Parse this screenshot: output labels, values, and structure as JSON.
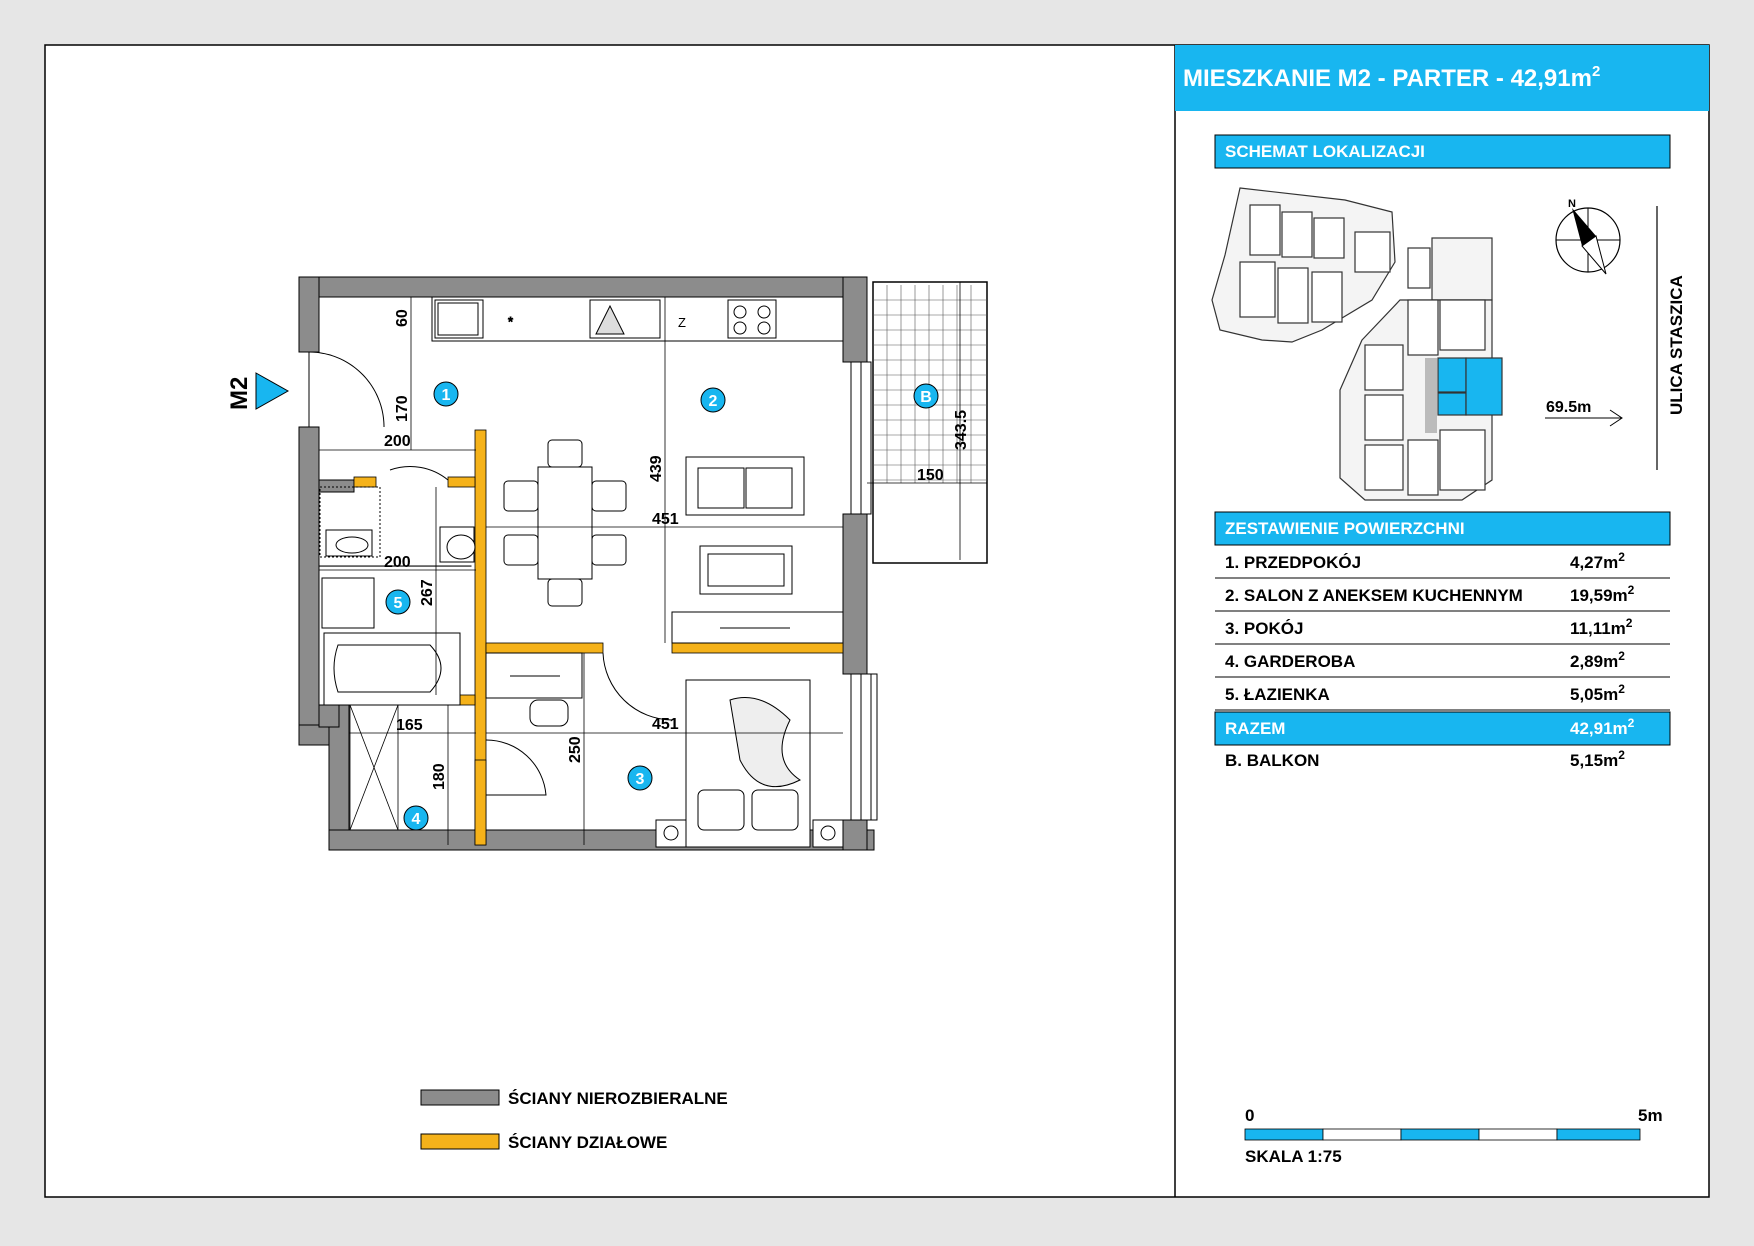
{
  "title": {
    "main": "MIESZKANIE M2 - PARTER - 42,91m",
    "sup": "2"
  },
  "location": {
    "header": "SCHEMAT LOKALIZACJI",
    "street": "ULICA STASZICA",
    "distance": "69.5m",
    "north": "N"
  },
  "areas": {
    "header": "ZESTAWIENIE POWIERZCHNI",
    "rows": [
      {
        "name": "1. PRZEDPOKÓJ",
        "value": "4,27m",
        "unit_sup": "2"
      },
      {
        "name": "2. SALON Z ANEKSEM KUCHENNYM",
        "value": "19,59m",
        "unit_sup": "2"
      },
      {
        "name": "3. POKÓJ",
        "value": "11,11m",
        "unit_sup": "2"
      },
      {
        "name": "4. GARDEROBA",
        "value": "2,89m",
        "unit_sup": "2"
      },
      {
        "name": "5. ŁAZIENKA",
        "value": "5,05m",
        "unit_sup": "2"
      }
    ],
    "total": {
      "name": "RAZEM",
      "value": "42,91m",
      "unit_sup": "2"
    },
    "balcony": {
      "name": "B. BALKON",
      "value": "5,15m",
      "unit_sup": "2"
    }
  },
  "scale": {
    "start": "0",
    "end": "5m",
    "label": "SKALA 1:75"
  },
  "legend": [
    {
      "label": "ŚCIANY NIEROZBIERALNE",
      "color": "#8c8c8c"
    },
    {
      "label": "ŚCIANY DZIAŁOWE",
      "color": "#f5b21a"
    }
  ],
  "plan": {
    "entrance": "M2",
    "rooms": [
      "1",
      "2",
      "3",
      "4",
      "5",
      "B"
    ],
    "dims": {
      "d60": "60",
      "d170": "170",
      "d200a": "200",
      "d439": "439",
      "d451a": "451",
      "d200b": "200",
      "d267": "267",
      "d165": "165",
      "d180": "180",
      "d250": "250",
      "d451b": "451",
      "d343": "343.5",
      "d150": "150"
    }
  },
  "colors": {
    "accent": "#18b6f0",
    "bearing_wall": "#8c8c8c",
    "partition_wall": "#f5b21a"
  }
}
